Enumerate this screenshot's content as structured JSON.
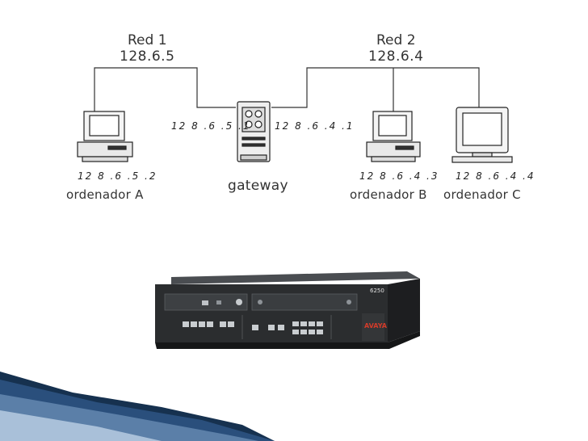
{
  "networks": [
    {
      "name": "Red 1",
      "address": "128.6.5"
    },
    {
      "name": "Red 2",
      "address": "128.6.4"
    }
  ],
  "gateway": {
    "label": "gateway",
    "ip_left": "12 8 .6 .5 .1",
    "ip_right": "12 8 .6 .4 .1"
  },
  "hosts": [
    {
      "ip": "12 8 .6 .5 .2",
      "name": "ordenador A"
    },
    {
      "ip": "12 8 .6 .4 .3",
      "name": "ordenador B"
    },
    {
      "ip": "12 8 .6 .4 .4",
      "name": "ordenador C"
    }
  ],
  "device": {
    "badge": "6250",
    "brand": "AVAYA"
  },
  "colors": {
    "line": "#333333",
    "slide_accent": "#1f3f66",
    "device_body": "#2b2d2f"
  }
}
